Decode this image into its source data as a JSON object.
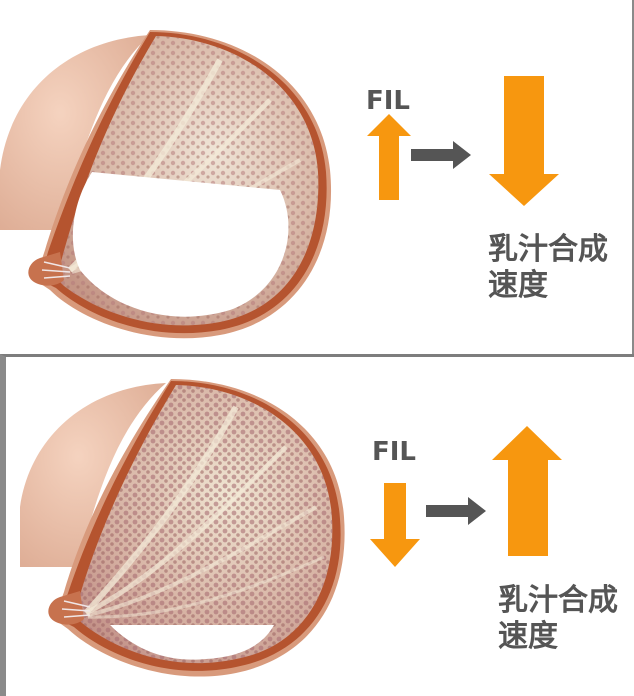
{
  "colors": {
    "orange_arrow": "#F7970F",
    "gray_arrow": "#555555",
    "label_text": "#555555",
    "divider": "#7d7d7d",
    "skin": "#E9B79C",
    "skin_dark": "#C98866",
    "capsule_rim": "#B5542F",
    "tissue_pink": "#C9998E",
    "tissue_cream": "#F2E6CF"
  },
  "panels": [
    {
      "id": "top",
      "state": "breast full",
      "milk_fill": "large",
      "fil_label": "FIL",
      "fil_direction": "up",
      "connector": "right-arrow",
      "result_direction": "down",
      "result_label_line1": "乳汁合成",
      "result_label_line2": "速度"
    },
    {
      "id": "bottom",
      "state": "breast emptied",
      "milk_fill": "small",
      "fil_label": "FIL",
      "fil_direction": "down",
      "connector": "right-arrow",
      "result_direction": "up",
      "result_label_line1": "乳汁合成",
      "result_label_line2": "速度"
    }
  ]
}
